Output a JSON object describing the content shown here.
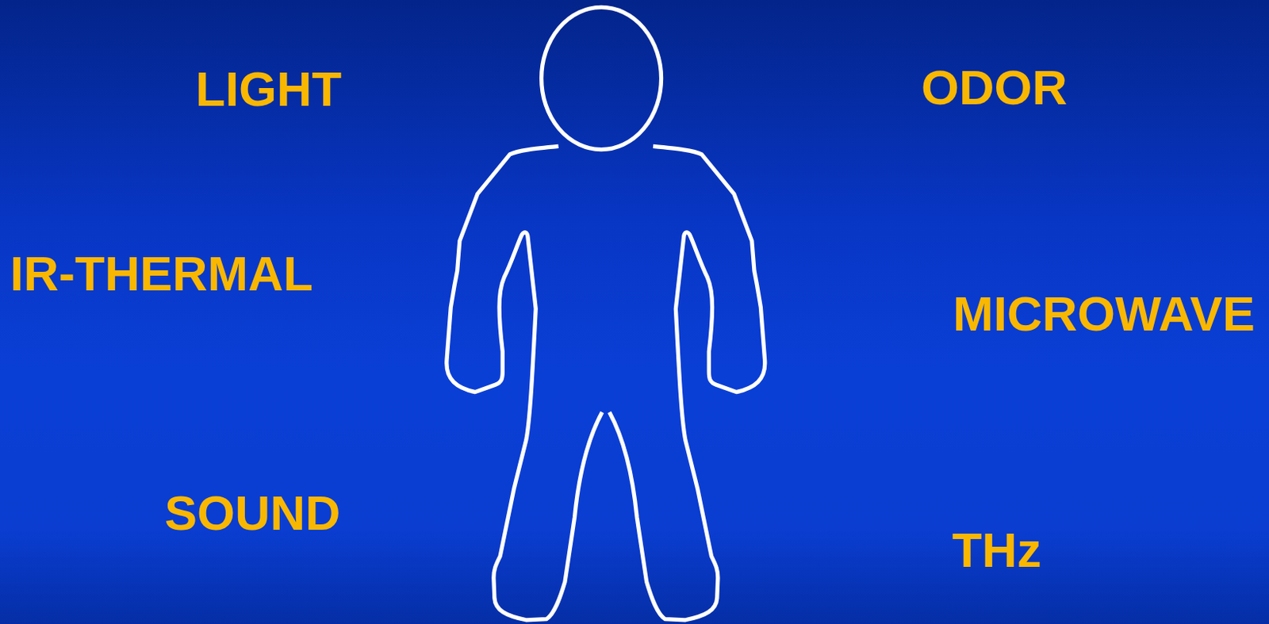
{
  "diagram": {
    "labels": [
      "LIGHT",
      "IR-THERMAL",
      "SOUND",
      "ODOR",
      "MICROWAVE",
      "THz"
    ]
  }
}
